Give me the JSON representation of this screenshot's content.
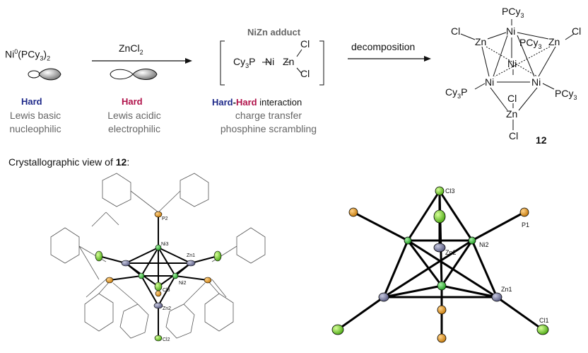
{
  "reagent1": {
    "formula": "Ni",
    "sup": "0",
    "pre": "(PCy",
    "sub1": "3",
    "mid": ")",
    "sub2": "2",
    "tag": "Hard",
    "desc1": "Lewis basic",
    "desc2": "nucleophilic"
  },
  "reagent2": {
    "formula": "ZnCl",
    "sub": "2",
    "tag": "Hard",
    "desc1": "Lewis acidic",
    "desc2": "electrophilic"
  },
  "adduct": {
    "title": "NiZn adduct",
    "cy3p": "Cy",
    "p": "P",
    "ni": "Ni",
    "zn": "Zn",
    "cl_top": "Cl",
    "cl_bot": "Cl",
    "tag1": "Hard",
    "dash": "-",
    "tag2": "Hard",
    "tag_rest": " interaction",
    "desc1": "charge transfer",
    "desc2": "phosphine scrambling"
  },
  "arrow2_label": "decomposition",
  "cluster": {
    "pcy3_top": "PCy",
    "cl_left": "Cl",
    "zn_left": "Zn",
    "ni_top": "Ni",
    "pcy3_mid": "PCy",
    "zn_right": "Zn",
    "cl_right": "Cl",
    "ni_center": "Ni",
    "cy3p_left": "Cy",
    "ni_left": "Ni",
    "ni_right": "Ni",
    "pcy3_right": "PCy",
    "cl_bottom_ni": "Cl",
    "zn_bottom": "Zn",
    "cl_bottom": "Cl",
    "compound_no": "12"
  },
  "cryst_caption": {
    "text": "Crystallographic view of ",
    "bold": "12",
    "colon": ":"
  },
  "crystal_left": {
    "labels": [
      "P2",
      "Ni3",
      "Zn1",
      "Ni2",
      "Cl3",
      "Zn2",
      "Cl2"
    ]
  },
  "crystal_right": {
    "labels": [
      "Cl3",
      "P1",
      "Zn2",
      "Ni2",
      "Zn1",
      "Cl1"
    ]
  },
  "colors": {
    "hard_blue": "#1f2a8a",
    "hard_red": "#b0124a",
    "ni_green": "#3cc43c",
    "zn_slate": "#7d7fa6",
    "p_orange": "#e39a1e",
    "cl_green": "#7ed23a"
  }
}
